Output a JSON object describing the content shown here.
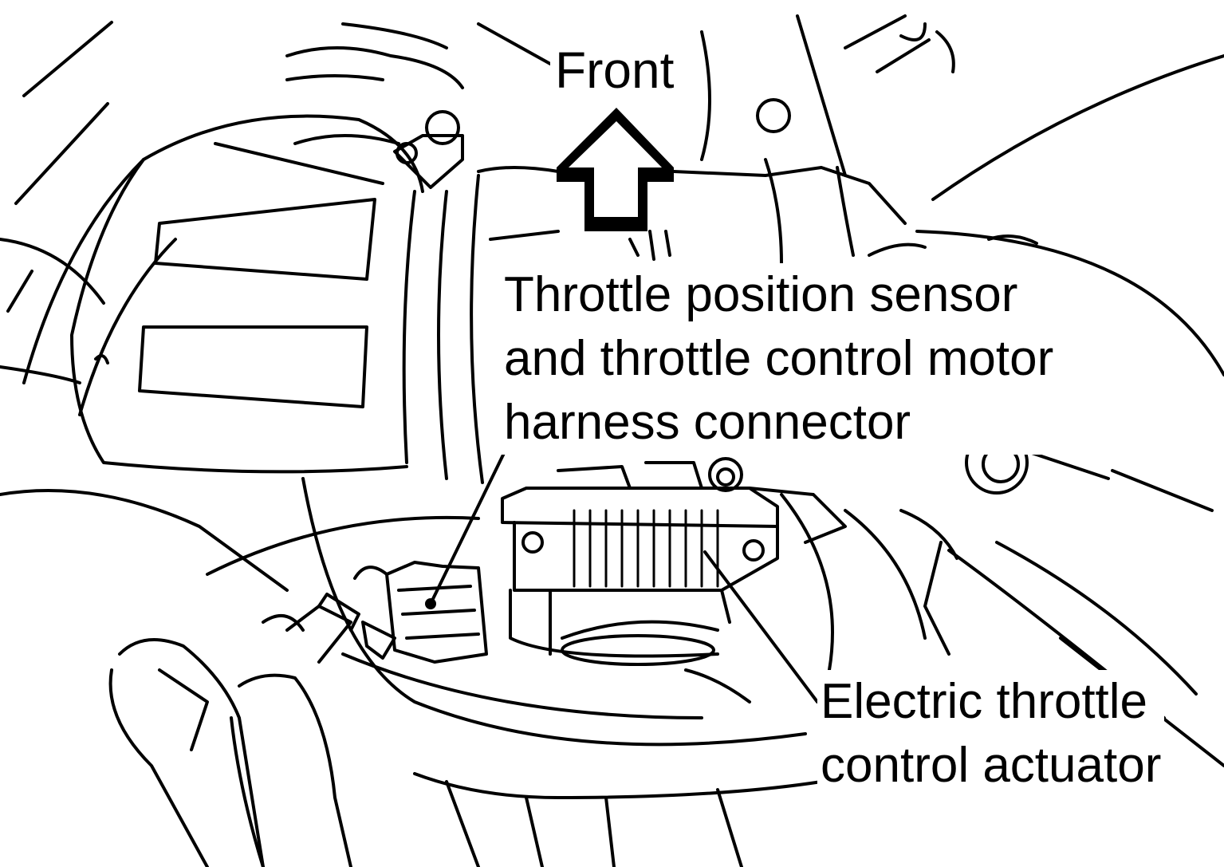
{
  "labels": {
    "front": "Front",
    "sensor_connector": [
      "Throttle position sensor",
      "and throttle control motor",
      "harness connector"
    ],
    "actuator": [
      "Electric throttle",
      "control actuator"
    ]
  },
  "icons": {
    "direction_arrow": "arrow-up-outline",
    "connector": "harness-connector",
    "actuator": "throttle-body"
  },
  "colors": {
    "line": "#000000",
    "background": "#ffffff"
  }
}
